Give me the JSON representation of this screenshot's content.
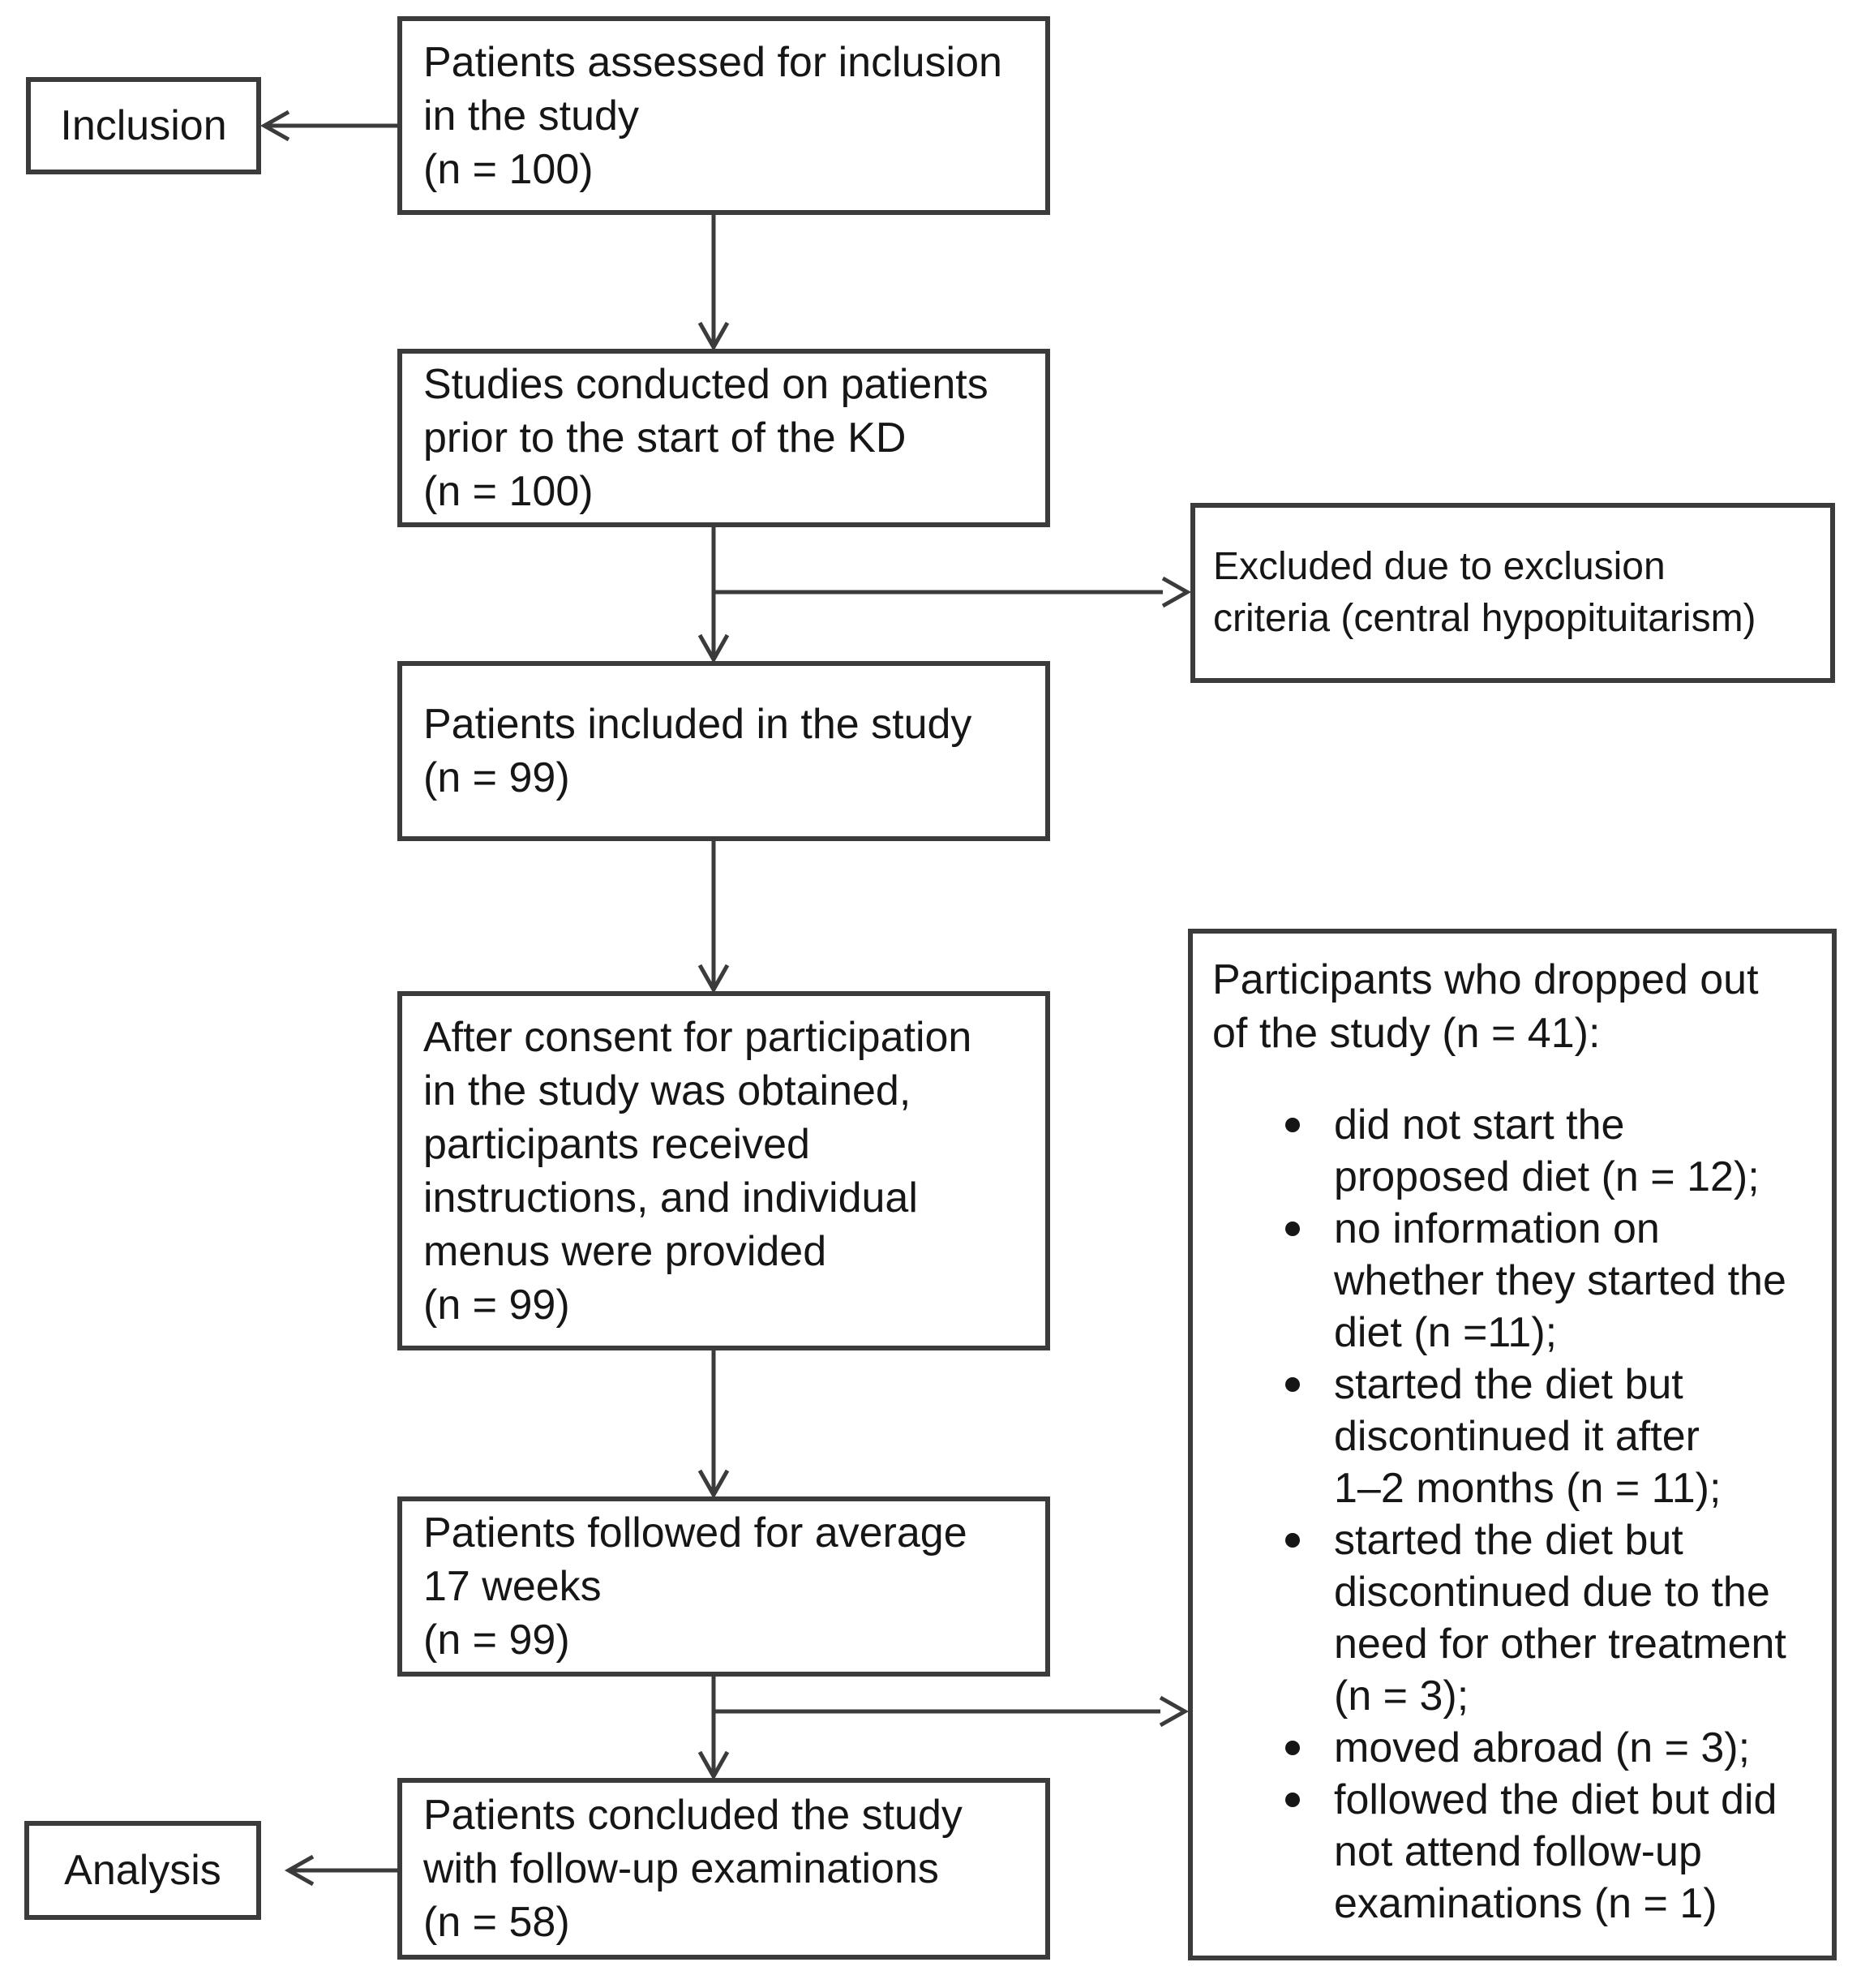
{
  "diagram": {
    "background": "#ffffff",
    "line_color": "#3b3b3b",
    "text_color": "#161616",
    "stage_labels": {
      "inclusion": "Inclusion",
      "analysis": "Analysis"
    },
    "nodes": {
      "assessed": "Patients assessed for inclusion\nin the study\n(n = 100)",
      "pre_kd_studies": "Studies conducted on patients\nprior to the start of the KD\n(n = 100)",
      "excluded": "Excluded due to exclusion\ncriteria (central hypopituitarism)",
      "included": "Patients included in the study\n(n = 99)",
      "consent": "After consent for participation\nin the study was obtained,\nparticipants received\ninstructions, and individual\nmenus were provided\n(n = 99)",
      "followed": "Patients followed for average\n17 weeks\n(n = 99)",
      "concluded": "Patients concluded the study\nwith follow-up examinations\n(n = 58)"
    },
    "dropout": {
      "title": "Participants who dropped out\nof the study (n = 41):",
      "items": [
        "did not start the\nproposed diet (n = 12);",
        "no information on\nwhether they started the\ndiet (n =11);",
        "started the diet but\ndiscontinued it after\n1–2 months (n = 11);",
        "started the diet but\ndiscontinued due to the\nneed for other treatment\n(n = 3);",
        "moved abroad (n = 3);",
        "followed the diet but did\nnot attend follow-up\nexaminations (n = 1)"
      ]
    }
  }
}
